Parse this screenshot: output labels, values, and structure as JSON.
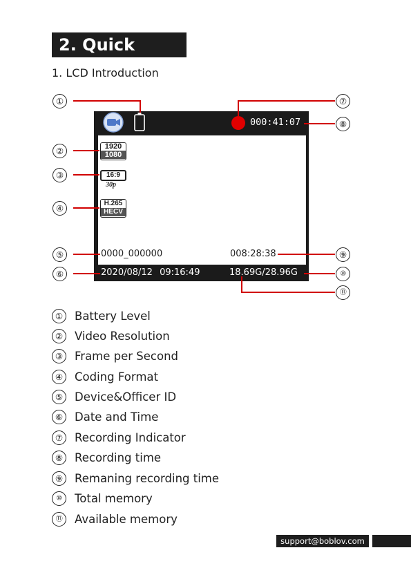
{
  "header": {
    "title": "2. Quick Start",
    "subtitle": "1. LCD Introduction"
  },
  "lcd": {
    "record_time": "000:41:07",
    "resolution_top": "1920",
    "resolution_bottom": "1080",
    "aspect_ratio": "16:9",
    "fps": "30p",
    "codec_top": "H.265",
    "codec_bottom": "HECV",
    "device_id": "0000_000000",
    "remaining_time": "008:28:38",
    "date": "2020/08/12",
    "time": "09:16:49",
    "memory": "18.69G/28.96G",
    "colors": {
      "screen": "#1b1b1b",
      "recording_dot": "#e10000",
      "callout_line": "#d10000"
    },
    "icons": [
      "video-camera-icon",
      "battery-icon",
      "recording-dot-icon"
    ]
  },
  "callouts": [
    "①",
    "②",
    "③",
    "④",
    "⑤",
    "⑥",
    "⑦",
    "⑧",
    "⑨",
    "⑩",
    "⑪"
  ],
  "legend": [
    {
      "num": "①",
      "label": "Battery Level"
    },
    {
      "num": "②",
      "label": "Video Resolution"
    },
    {
      "num": "③",
      "label": "Frame per Second"
    },
    {
      "num": "④",
      "label": "Coding Format"
    },
    {
      "num": "⑤",
      "label": "Device&Officer ID"
    },
    {
      "num": "⑥",
      "label": "Date and Time"
    },
    {
      "num": "⑦",
      "label": "Recording Indicator"
    },
    {
      "num": "⑧",
      "label": "Recording time"
    },
    {
      "num": "⑨",
      "label": "Remaning recording time"
    },
    {
      "num": "⑩",
      "label": "Total memory"
    },
    {
      "num": "⑪",
      "label": "Available memory"
    }
  ],
  "footer": {
    "email": "support@boblov.com"
  }
}
